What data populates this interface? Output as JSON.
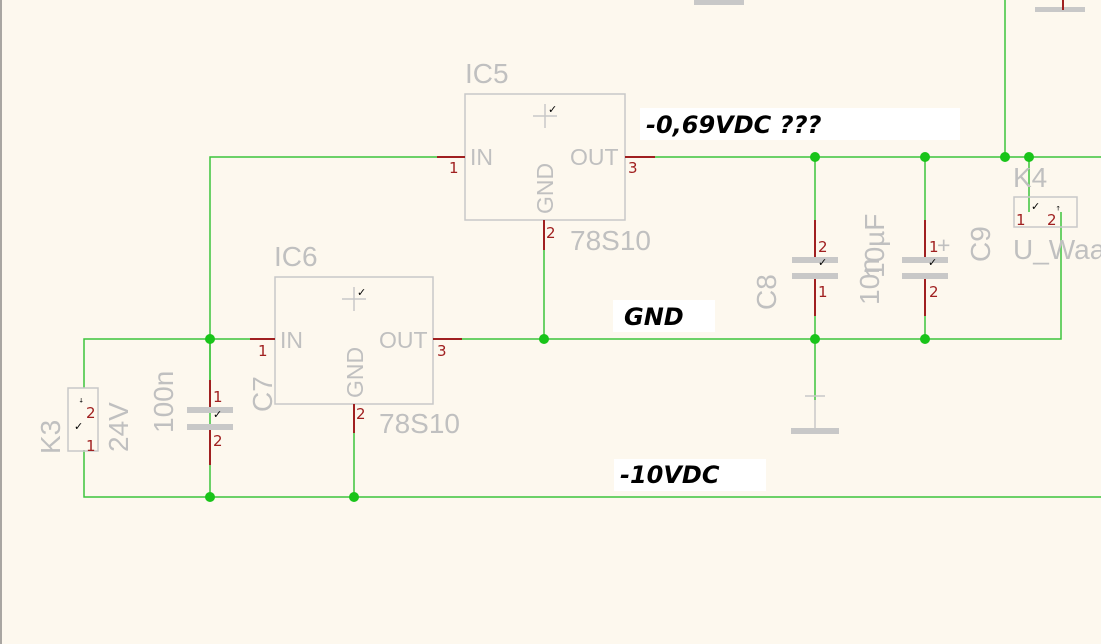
{
  "annotations": {
    "out_voltage": "-0,69VDC ???",
    "gnd": "GND",
    "neg_voltage": "-10VDC"
  },
  "ic5": {
    "name": "IC5",
    "value": "78S10",
    "pin_in": "IN",
    "pin_out": "OUT",
    "pin_gnd": "GND",
    "pin1": "1",
    "pin2": "2",
    "pin3": "3"
  },
  "ic6": {
    "name": "IC6",
    "value": "78S10",
    "pin_in": "IN",
    "pin_out": "OUT",
    "pin_gnd": "GND",
    "pin1": "1",
    "pin2": "2",
    "pin3": "3"
  },
  "c7": {
    "name": "C7",
    "value": "100n",
    "pin1": "1",
    "pin2": "2"
  },
  "c8": {
    "name": "C8",
    "value": "10n",
    "pin1": "1",
    "pin2": "2"
  },
  "c9": {
    "name": "C9",
    "value": "10µF",
    "pin1": "1",
    "pin2": "2",
    "polarity": "+"
  },
  "k3": {
    "name": "K3",
    "value": "24V",
    "pin1": "1",
    "pin2": "2"
  },
  "k4": {
    "name": "K4",
    "value": "U_Waa",
    "pin1": "1",
    "pin2": "2"
  },
  "colors": {
    "background": "#fdf8ee",
    "wire": "#3cc43c",
    "junction": "#19c419",
    "outline": "#c8c8c8",
    "pin": "#a02020",
    "label_box": "#ffffff"
  }
}
